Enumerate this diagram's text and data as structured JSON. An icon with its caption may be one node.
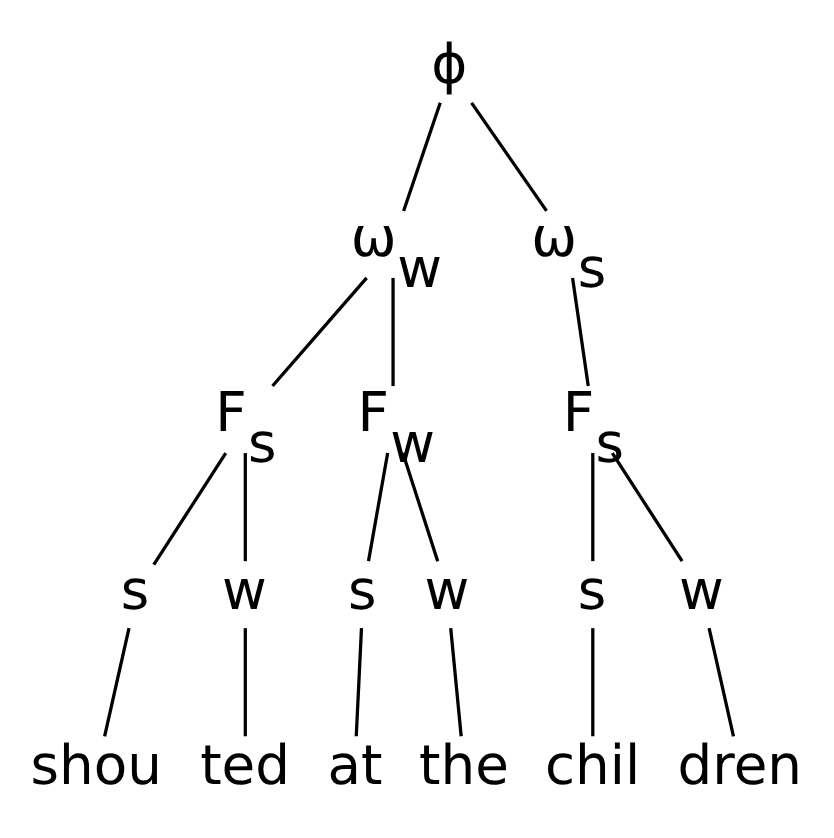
{
  "diagram": {
    "nodes": [
      {
        "text": [
          "ϕ"
        ]
      },
      {
        "text": [
          "ω$_{w}$"
        ]
      },
      {
        "text": [
          "ω$_{s}$"
        ]
      },
      {
        "text": [
          "F$_{s}$"
        ]
      },
      {
        "text": [
          "F$_{w}$"
        ]
      },
      {
        "text": [
          "F$_{s}$"
        ]
      },
      {
        "text": [
          "s"
        ]
      },
      {
        "text": [
          "w"
        ]
      },
      {
        "text": [
          "s"
        ]
      },
      {
        "text": [
          "w"
        ]
      },
      {
        "text": [
          "s"
        ]
      },
      {
        "text": [
          "w"
        ]
      },
      {
        "text": [
          "shou"
        ]
      },
      {
        "text": [
          "ted"
        ]
      },
      {
        "text": [
          "at"
        ]
      },
      {
        "text": [
          "the"
        ]
      },
      {
        "text": [
          "chil"
        ]
      },
      {
        "text": [
          "dren"
        ]
      }
    ],
    "edges": [
      {
        "from": 0,
        "to": 1,
        "arrow": "none"
      },
      {
        "from": 0,
        "to": 2,
        "arrow": "none"
      },
      {
        "from": 1,
        "to": 3,
        "arrow": "none"
      },
      {
        "from": 1,
        "to": 4,
        "arrow": "none"
      },
      {
        "from": 2,
        "to": 5,
        "arrow": "none"
      },
      {
        "from": 3,
        "to": 6,
        "arrow": "none"
      },
      {
        "from": 3,
        "to": 7,
        "arrow": "none"
      },
      {
        "from": 4,
        "to": 8,
        "arrow": "none"
      },
      {
        "from": 4,
        "to": 9,
        "arrow": "none"
      },
      {
        "from": 5,
        "to": 10,
        "arrow": "none"
      },
      {
        "from": 5,
        "to": 11,
        "arrow": "none"
      },
      {
        "from": 6,
        "to": 12,
        "arrow": "none"
      },
      {
        "from": 7,
        "to": 13,
        "arrow": "none"
      },
      {
        "from": 8,
        "to": 14,
        "arrow": "none"
      },
      {
        "from": 9,
        "to": 15,
        "arrow": "none"
      },
      {
        "from": 10,
        "to": 16,
        "arrow": "none"
      },
      {
        "from": 11,
        "to": 17,
        "arrow": "none"
      }
    ]
  }
}
